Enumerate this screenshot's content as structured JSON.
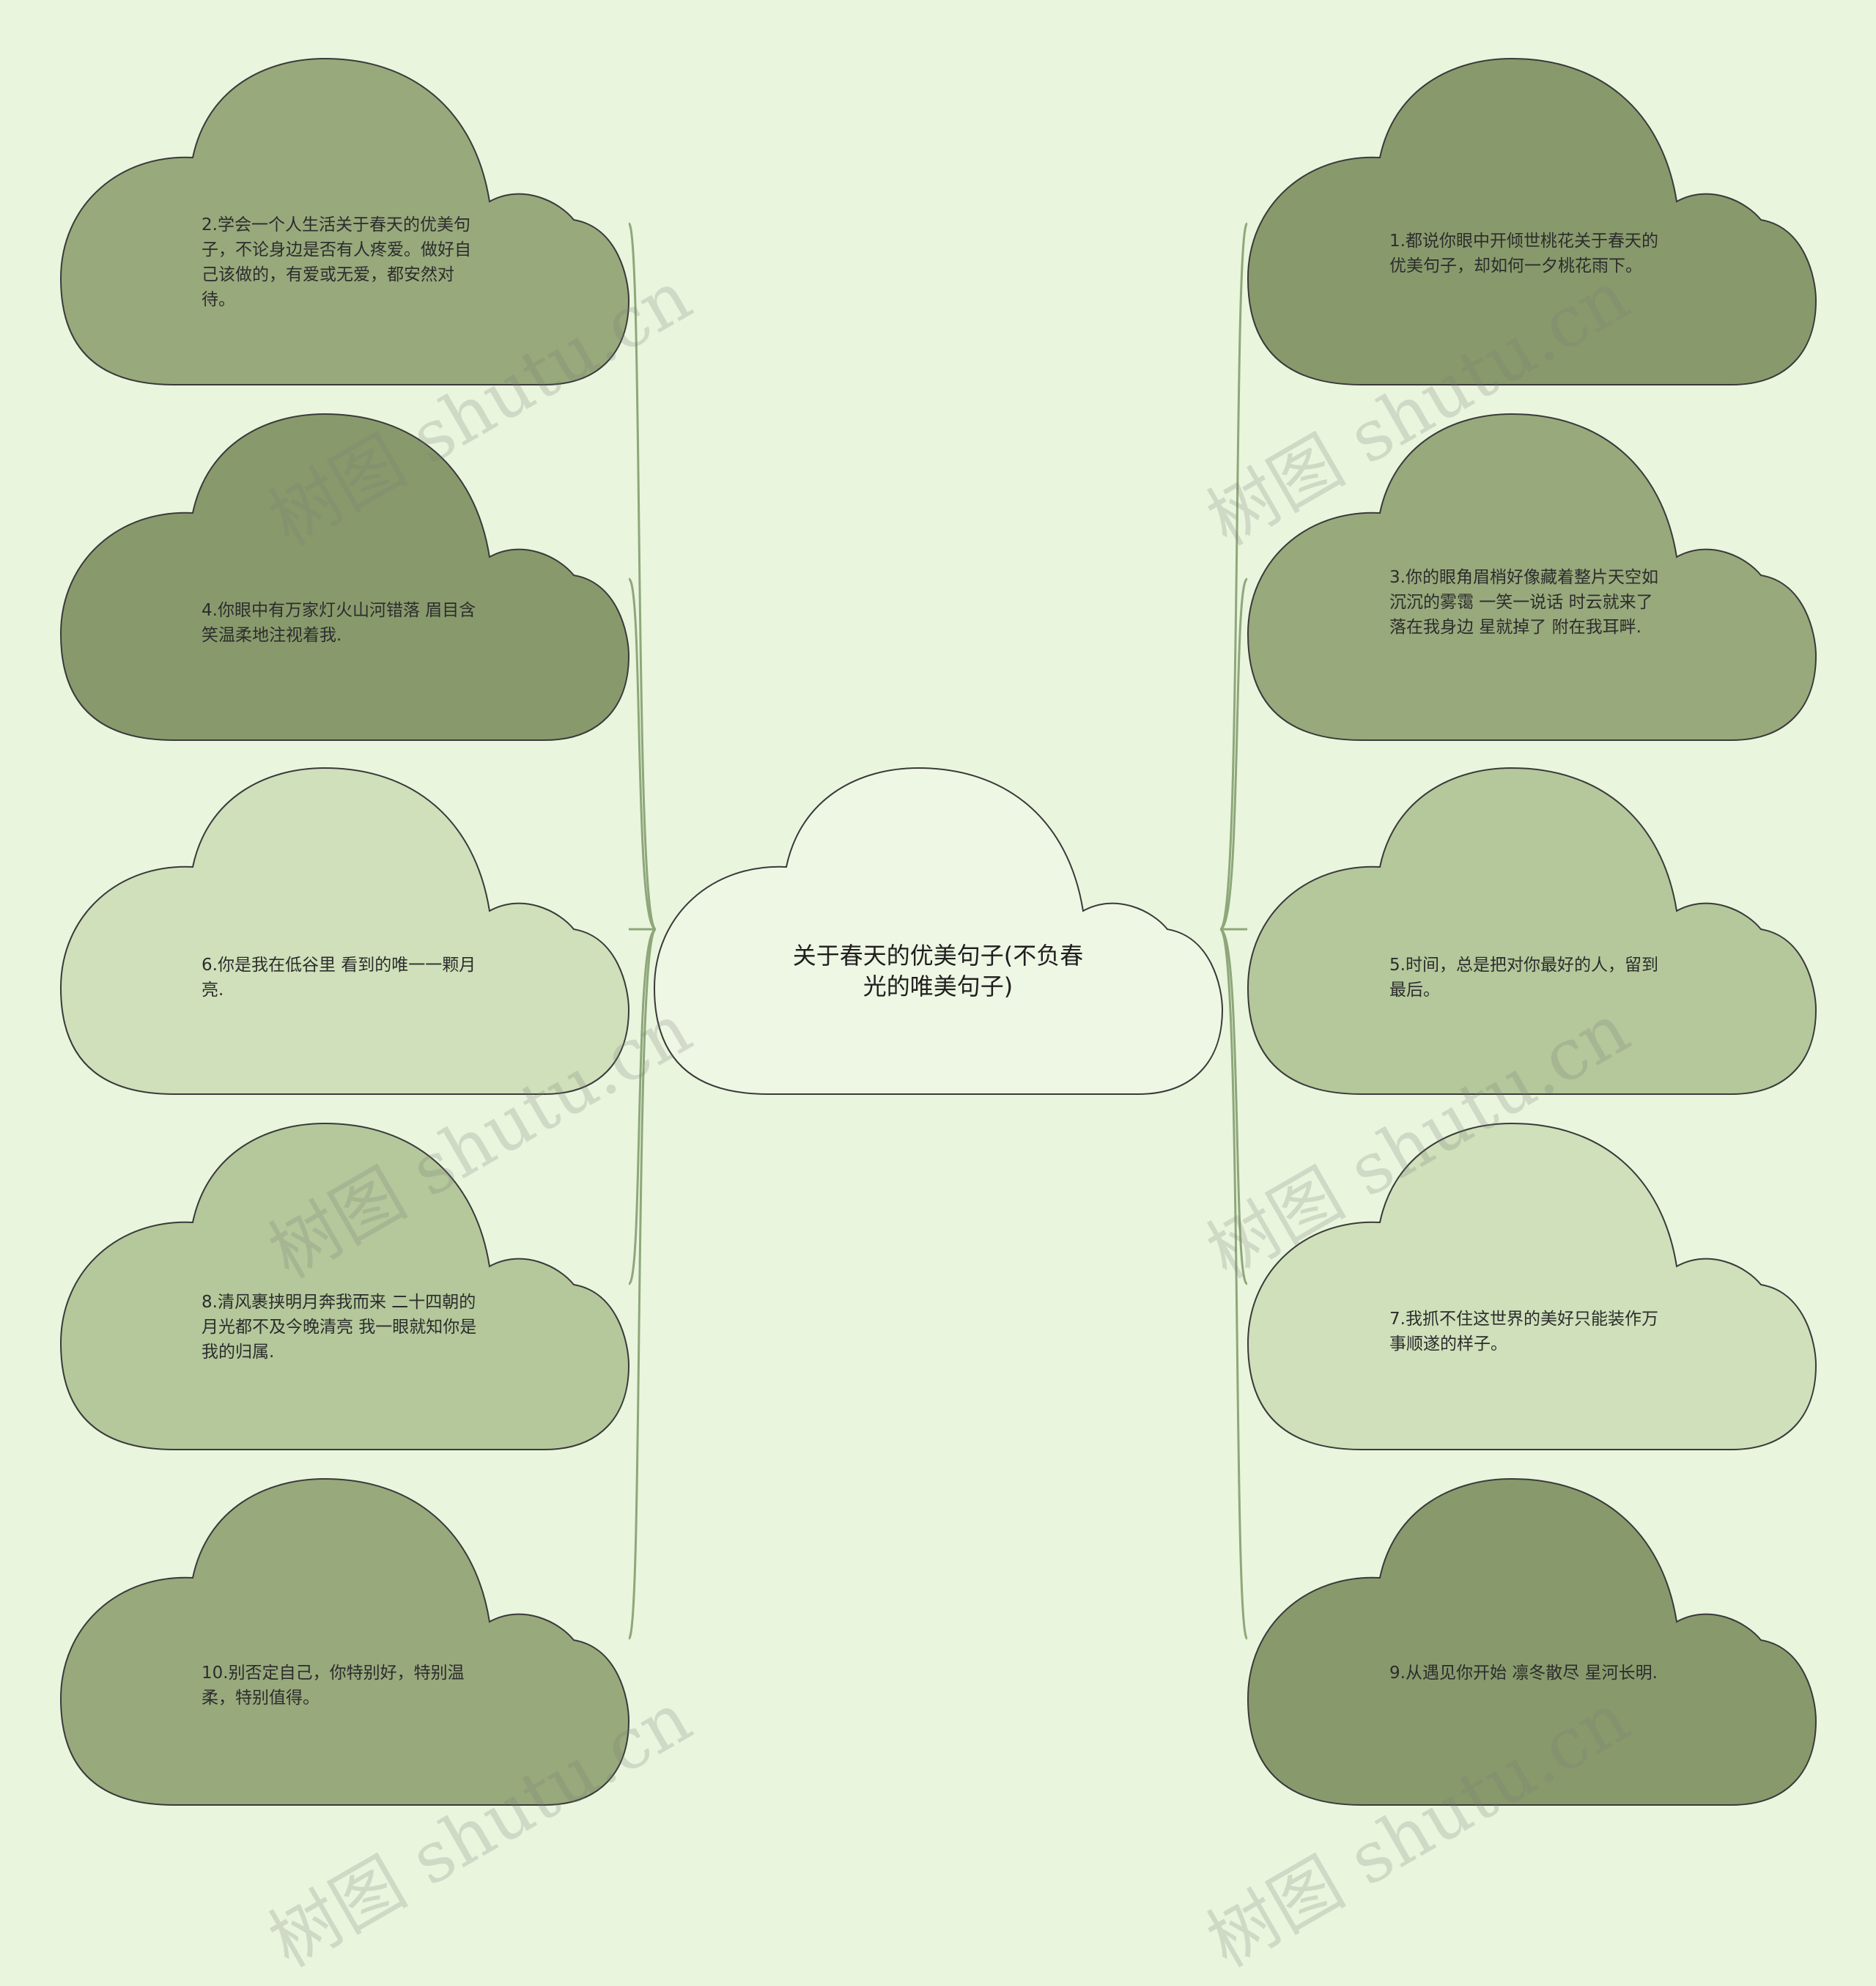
{
  "center": {
    "text": "关于春天的优美句子(不负春光的唯美句子)"
  },
  "left_nodes": [
    {
      "text": "2.学会一个人生活关于春天的优美句子，不论身边是否有人疼爱。做好自己该做的，有爱或无爱，都安然对待。",
      "color": "#98a97c"
    },
    {
      "text": "4.你眼中有万家灯火山河错落 眉目含笑温柔地注视着我.",
      "color": "#889a6c"
    },
    {
      "text": "6.你是我在低谷里 看到的唯一一颗月亮.",
      "color": "#cfe0ba"
    },
    {
      "text": "8.清风裹挟明月奔我而来 二十四朝的月光都不及今晚清亮 我一眼就知你是我的归属.",
      "color": "#b4c89b"
    },
    {
      "text": "10.别否定自己，你特别好，特别温柔，特别值得。",
      "color": "#98a97c"
    }
  ],
  "right_nodes": [
    {
      "text": "1.都说你眼中开倾世桃花关于春天的优美句子，却如何一夕桃花雨下。",
      "color": "#889a6c"
    },
    {
      "text": "3.你的眼角眉梢好像藏着整片天空如沉沉的雾霭 一笑一说话 时云就来了 落在我身边 星就掉了 附在我耳畔.",
      "color": "#98a97c"
    },
    {
      "text": "5.时间，总是把对你最好的人，留到最后。",
      "color": "#b4c89b"
    },
    {
      "text": "7.我抓不住这世界的美好只能装作万事顺遂的样子。",
      "color": "#cfe0ba"
    },
    {
      "text": "9.从遇见你开始 凛冬散尽 星河长明.",
      "color": "#889a6c"
    }
  ],
  "colors": {
    "background": "#e9f5dd",
    "center_fill": "#eef7e4",
    "connector": "#8ea77a"
  },
  "watermark": "树图 shutu.cn"
}
